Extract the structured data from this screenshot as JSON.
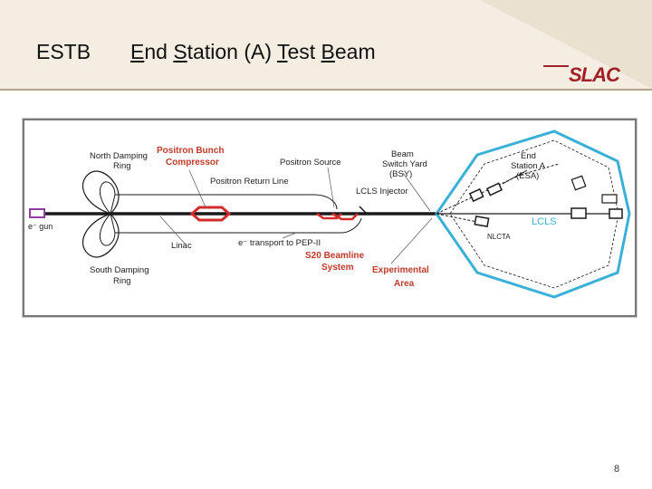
{
  "slide": {
    "short_title": "ESTB",
    "title_parts": [
      "E",
      "nd ",
      "S",
      "tation (A) ",
      "T",
      "est ",
      "B",
      "eam"
    ],
    "logo": "SLAC",
    "page_number": "8"
  },
  "diagram": {
    "labels": {
      "north_damping_ring": [
        "North Damping",
        "Ring"
      ],
      "south_damping_ring": [
        "South Damping",
        "Ring"
      ],
      "egun": "e⁻ gun",
      "positron_bunch_compressor": [
        "Positron Bunch",
        "Compressor"
      ],
      "positron_source": "Positron Source",
      "positron_return_line": "Positron Return Line",
      "beam_switch_yard": [
        "Beam",
        "Switch Yard",
        "(BSY)"
      ],
      "lcls_injector": "LCLS Injector",
      "linac": "Linac",
      "e_transport": "e⁻ transport to PEP-II",
      "s20_beamline": [
        "S20 Beamline",
        "System"
      ],
      "experimental_area": [
        "Experimental",
        "Area"
      ],
      "end_station_a": [
        "End",
        "Station A",
        "(ESA)"
      ],
      "lcls": "LCLS",
      "nlcta": "NLCTA"
    },
    "colors": {
      "beamline": "#1a1a1a",
      "highlight": "#d62b2b",
      "ring": "#3ab0d8",
      "label_red": "#c0392b",
      "egun": "#8e3f9e"
    }
  }
}
